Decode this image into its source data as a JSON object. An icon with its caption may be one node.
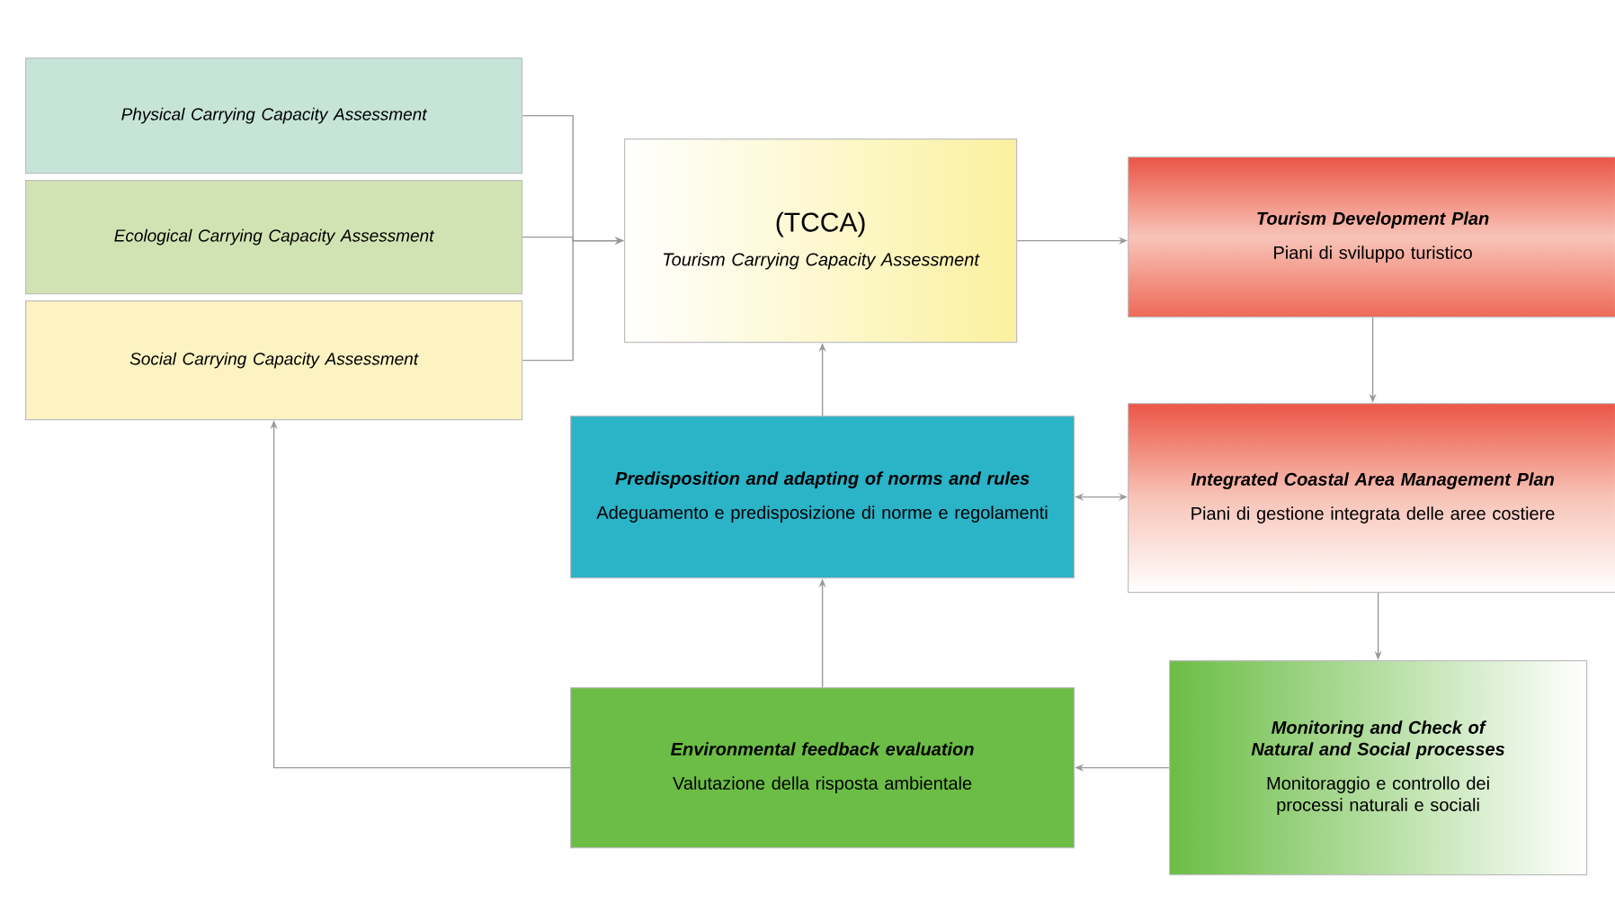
{
  "diagram": {
    "nodes": [
      {
        "text": [
          "Physical Carrying Capacity Assessment"
        ]
      },
      {
        "text": [
          "Ecological Carrying Capacity Assessment"
        ]
      },
      {
        "text": [
          "Social Carrying Capacity Assessment"
        ]
      },
      {
        "text": [
          "(TCCA)",
          "Tourism Carrying Capacity Assessment"
        ]
      },
      {
        "text": [
          "Tourism Development Plan",
          "Piani di sviluppo turistico"
        ]
      },
      {
        "text": [
          "Predisposition and adapting of norms and rules",
          "Adeguamento e predisposizione di norme e regolamenti"
        ]
      },
      {
        "text": [
          "Integrated Coastal Area Management Plan",
          "Piani di gestione integrata delle aree costiere"
        ]
      },
      {
        "text": [
          "Environmental feedback evaluation",
          "Valutazione della risposta ambientale"
        ]
      },
      {
        "text": [
          "Monitoring and Check of Natural and Social processes",
          "Monitoraggio e controllo dei processi naturali e sociali"
        ]
      }
    ],
    "edges": [
      {
        "from": 0,
        "to": 3,
        "arrow": "to"
      },
      {
        "from": 1,
        "to": 3,
        "arrow": "to"
      },
      {
        "from": 2,
        "to": 3,
        "arrow": "to"
      },
      {
        "from": 3,
        "to": 4,
        "arrow": "to"
      },
      {
        "from": 4,
        "to": 6,
        "arrow": "to"
      },
      {
        "from": 6,
        "to": 8,
        "arrow": "to"
      },
      {
        "from": 8,
        "to": 7,
        "arrow": "to"
      },
      {
        "from": 7,
        "to": 5,
        "arrow": "to"
      },
      {
        "from": 5,
        "to": 3,
        "arrow": "to"
      },
      {
        "from": 5,
        "to": 6,
        "arrow": "both"
      },
      {
        "from": 7,
        "to": 2,
        "arrow": "to"
      }
    ]
  }
}
